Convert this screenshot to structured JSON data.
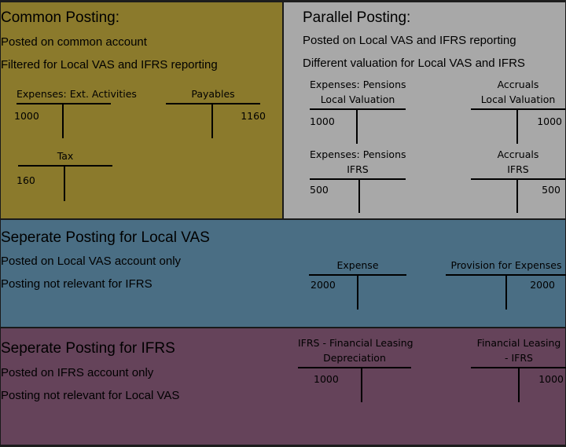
{
  "colors": {
    "common_bg": "#8b7a2c",
    "parallel_bg": "#a8a8a8",
    "vas_bg": "#4a6e84",
    "ifrs_bg": "#65435a"
  },
  "common": {
    "title": "Common Posting:",
    "lines": [
      "Posted on common account",
      "Filtered for Local VAS and IFRS reporting"
    ],
    "accounts": [
      {
        "label": [
          "Expenses: Ext. Activities"
        ],
        "debit": "1000",
        "credit": ""
      },
      {
        "label": [
          "Payables"
        ],
        "debit": "",
        "credit": "1160"
      },
      {
        "label": [
          "Tax"
        ],
        "debit": "160",
        "credit": ""
      }
    ]
  },
  "parallel": {
    "title": "Parallel Posting:",
    "lines": [
      "Posted on Local VAS and IFRS reporting",
      "Different valuation for Local VAS and IFRS"
    ],
    "accounts": [
      {
        "label": [
          "Expenses: Pensions",
          "Local Valuation"
        ],
        "debit": "1000",
        "credit": ""
      },
      {
        "label": [
          "Accruals",
          "Local Valuation"
        ],
        "debit": "",
        "credit": "1000"
      },
      {
        "label": [
          "Expenses: Pensions",
          "IFRS"
        ],
        "debit": "500",
        "credit": ""
      },
      {
        "label": [
          "Accruals",
          "IFRS"
        ],
        "debit": "",
        "credit": "500"
      }
    ]
  },
  "vas": {
    "title": "Seperate Posting for Local VAS",
    "lines": [
      "Posted on Local VAS account only",
      "Posting not relevant for IFRS"
    ],
    "accounts": [
      {
        "label": [
          "Expense"
        ],
        "debit": "2000",
        "credit": ""
      },
      {
        "label": [
          "Provision for Expenses"
        ],
        "debit": "",
        "credit": "2000"
      }
    ]
  },
  "ifrs": {
    "title": "Seperate Posting for IFRS",
    "lines": [
      "Posted on IFRS account only",
      "Posting not relevant for Local VAS"
    ],
    "accounts": [
      {
        "label": [
          "IFRS - Financial Leasing",
          "Depreciation"
        ],
        "debit": "1000",
        "credit": ""
      },
      {
        "label": [
          "Financial Leasing",
          "- IFRS"
        ],
        "debit": "",
        "credit": "1000"
      }
    ]
  }
}
